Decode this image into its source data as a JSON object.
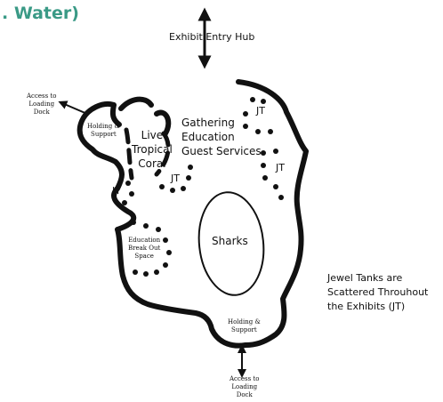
{
  "title": ". Water)",
  "colors": {
    "title": "#3a9a86",
    "ink": "#111111"
  },
  "labels": {
    "exhibit_entry_hub": "Exhibit Entry Hub",
    "access_dock_top": [
      "Access to",
      "Loading",
      "Dock"
    ],
    "holding_support_top": [
      "Holding &",
      "Support"
    ],
    "live_tropical_coral": [
      "Live",
      "Tropical",
      "Coral"
    ],
    "gathering": [
      "Gathering",
      "Education",
      "Guest Services"
    ],
    "jt": "JT",
    "education_breakout": [
      "Education",
      "Break Out",
      "Space"
    ],
    "sharks": "Sharks",
    "holding_support_bottom": [
      "Holding &",
      "Support"
    ],
    "access_dock_bottom": [
      "Access to",
      "Loading",
      "Dock"
    ],
    "jewel_note": [
      "Jewel Tanks are",
      "Scattered Throuhout",
      "the Exhibits (JT)"
    ]
  }
}
